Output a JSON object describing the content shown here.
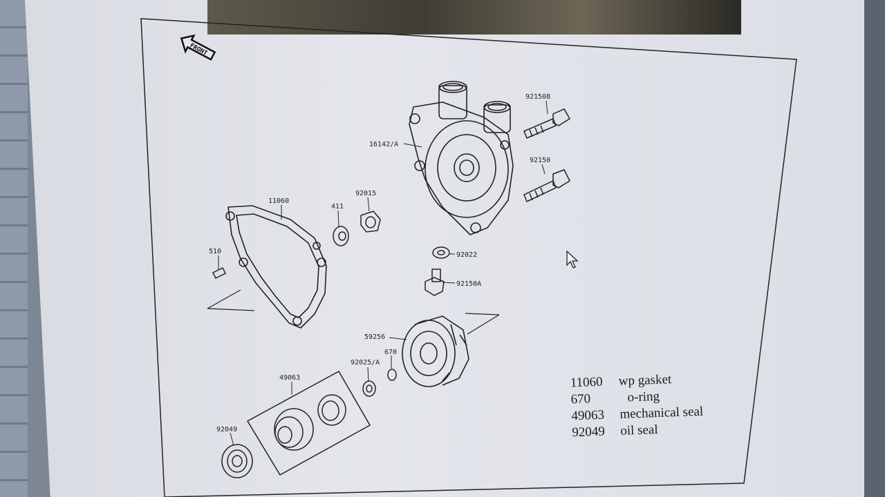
{
  "front_label": "FRONT",
  "callouts": [
    {
      "id": "c-921508",
      "text": "921508"
    },
    {
      "id": "c-16142",
      "text": "16142/A"
    },
    {
      "id": "c-92150",
      "text": "92150"
    },
    {
      "id": "c-11060",
      "text": "11060"
    },
    {
      "id": "c-411",
      "text": "411"
    },
    {
      "id": "c-92015",
      "text": "92015"
    },
    {
      "id": "c-510",
      "text": "510"
    },
    {
      "id": "c-92022",
      "text": "92022"
    },
    {
      "id": "c-92150A",
      "text": "92150A"
    },
    {
      "id": "c-59256",
      "text": "59256"
    },
    {
      "id": "c-92025",
      "text": "92025/A"
    },
    {
      "id": "c-670",
      "text": "670"
    },
    {
      "id": "c-49063",
      "text": "49063"
    },
    {
      "id": "c-92049",
      "text": "92049"
    }
  ],
  "legend": [
    {
      "num": "11060",
      "desc": "wp gasket"
    },
    {
      "num": "670",
      "desc": "o-ring"
    },
    {
      "num": "49063",
      "desc": "mechanical seal"
    },
    {
      "num": "92049",
      "desc": "oil seal"
    }
  ]
}
